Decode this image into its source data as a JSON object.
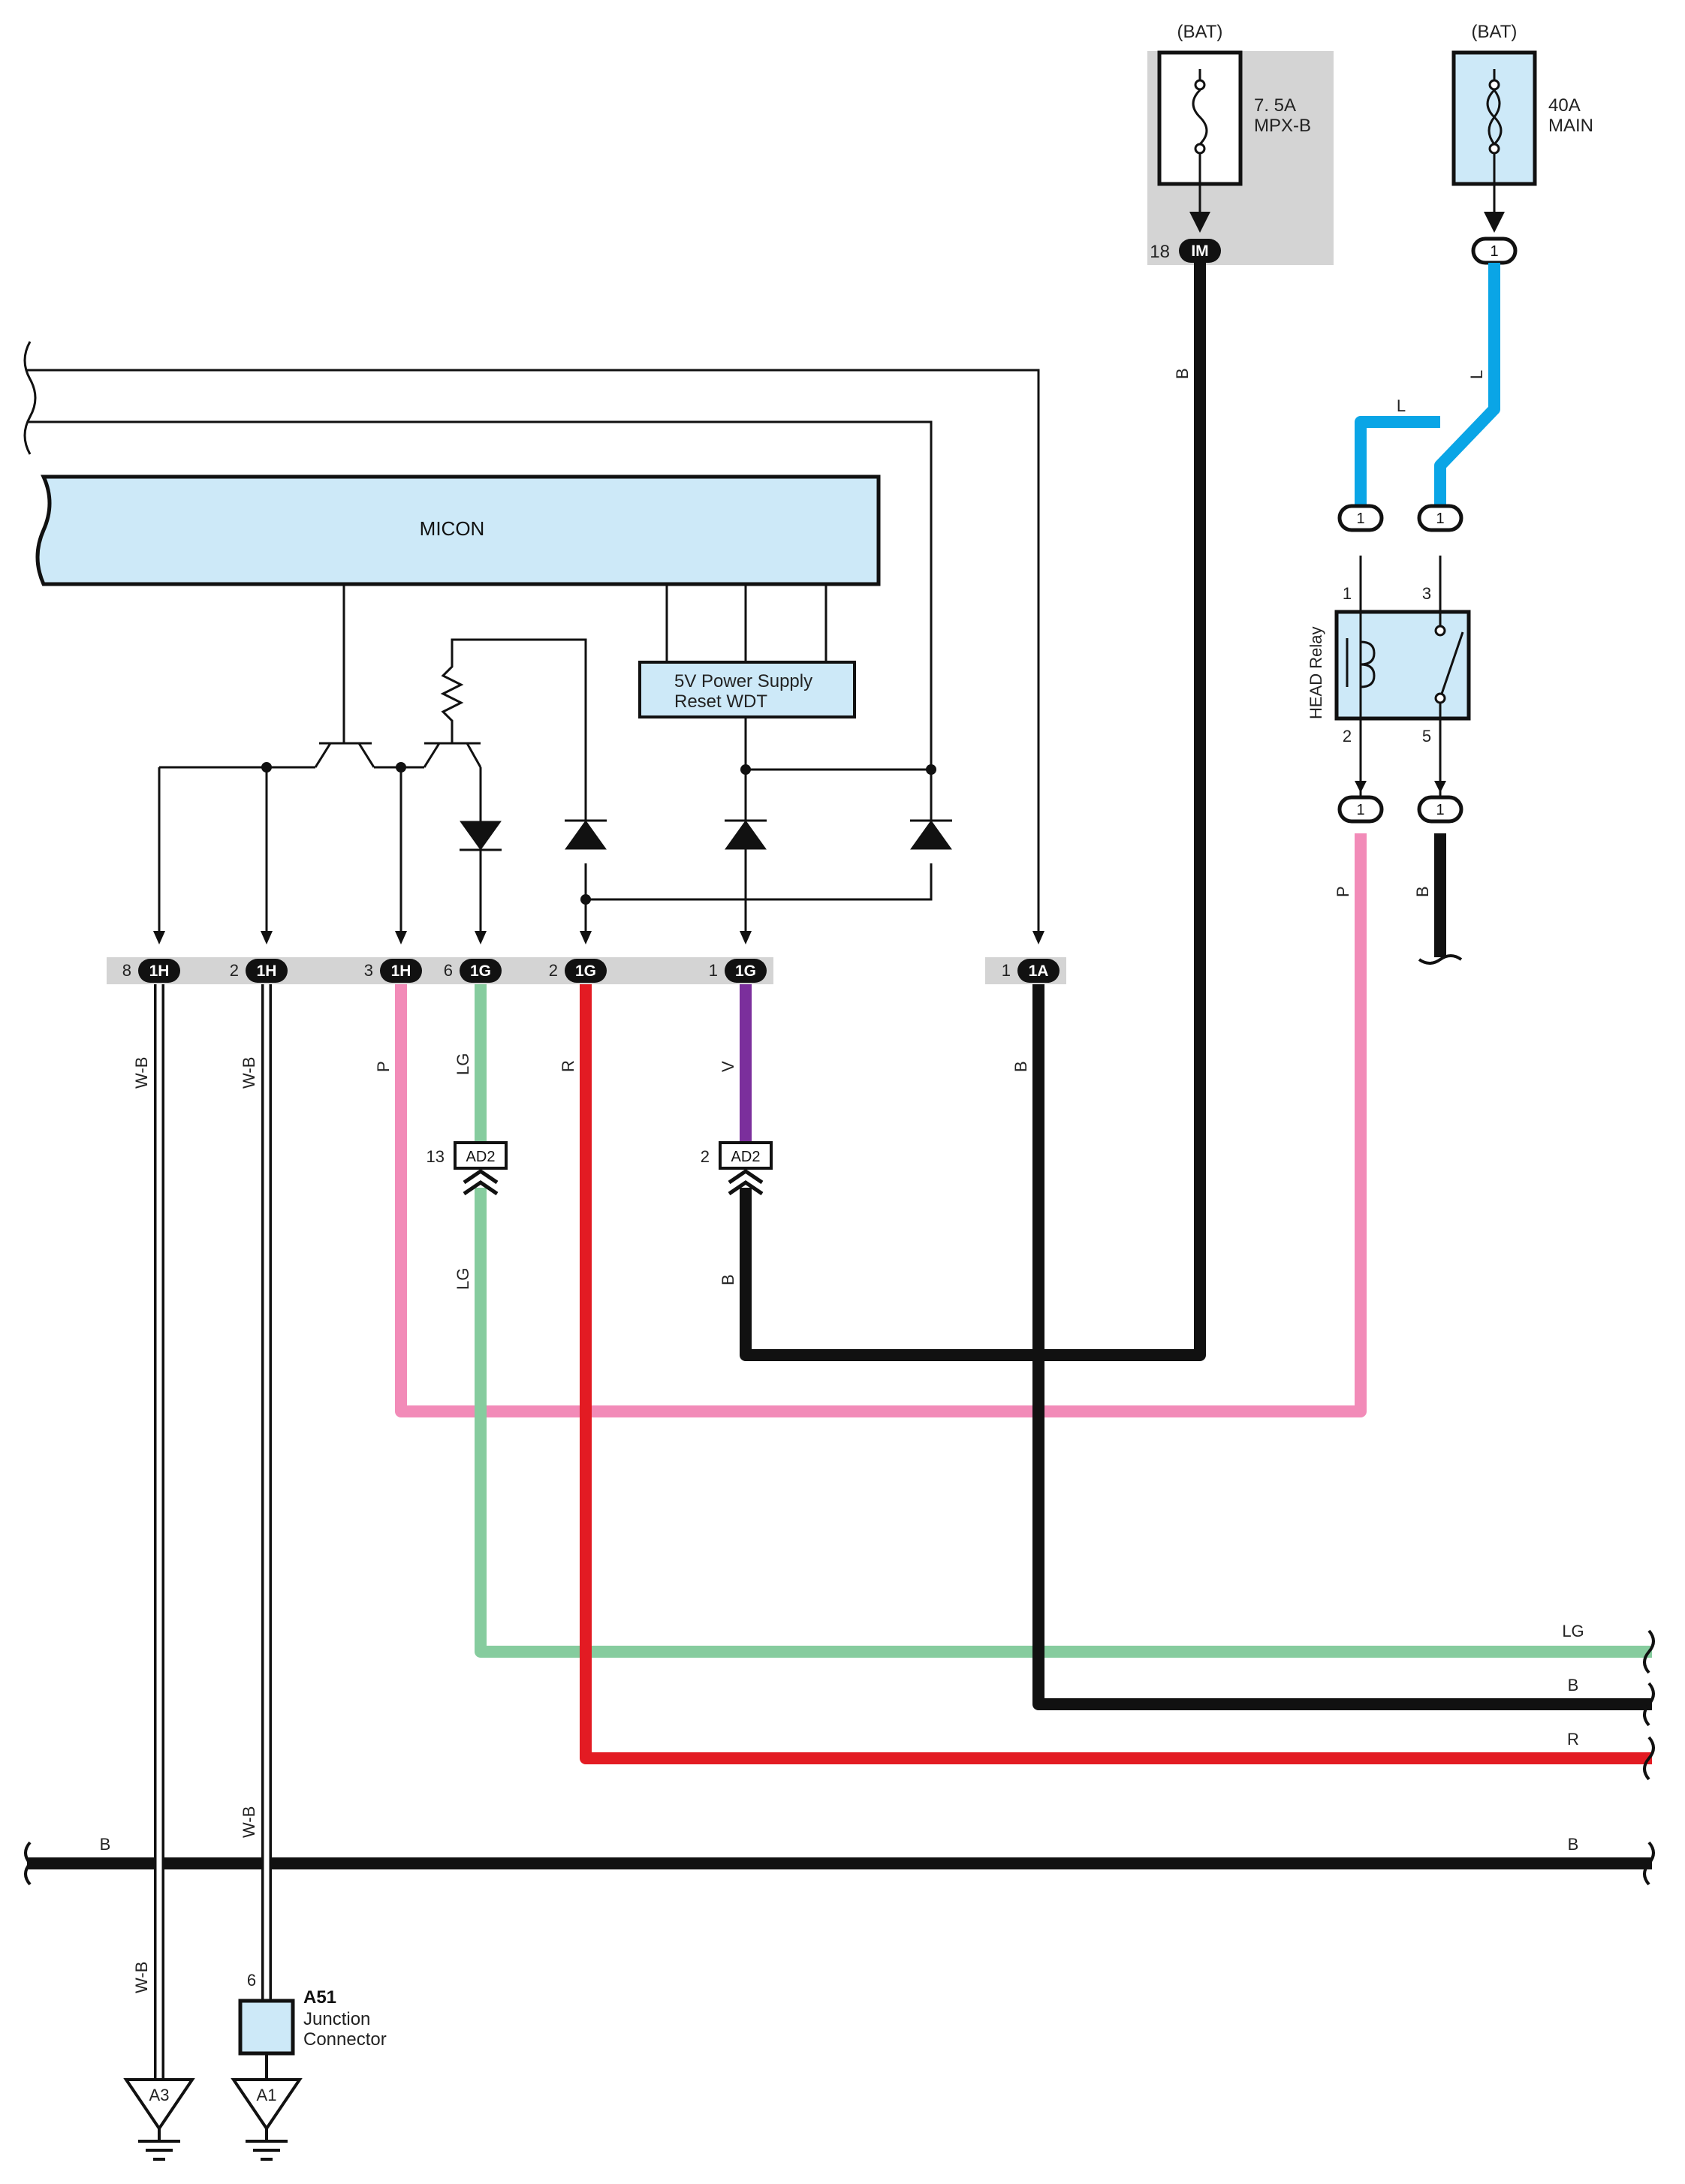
{
  "colors": {
    "black": "#111111",
    "red": "#e31b23",
    "pink": "#f28bb8",
    "light_green": "#86cc9e",
    "violet": "#7b2f9c",
    "blue": "#0aa5e6",
    "component_fill": "#cde9f8",
    "gray_band": "#d4d4d4"
  },
  "micon": {
    "label": "MICON"
  },
  "power_supply": {
    "line1": "5V Power Supply",
    "line2": "Reset WDT"
  },
  "fuse_mpx": {
    "source": "(BAT)",
    "rating": "7. 5A",
    "name": "MPX-B",
    "pin": "18",
    "connector": "IM"
  },
  "fuse_main": {
    "source": "(BAT)",
    "rating": "40A",
    "name": "MAIN",
    "connector": "1"
  },
  "relay": {
    "name": "HEAD Relay",
    "pin1": "1",
    "pin2": "2",
    "pin3": "3",
    "pin5": "5",
    "c1": "1",
    "c2": "1",
    "c3": "1",
    "c4": "1"
  },
  "connectors": [
    {
      "pin": "8",
      "code": "1H"
    },
    {
      "pin": "2",
      "code": "1H"
    },
    {
      "pin": "3",
      "code": "1H"
    },
    {
      "pin": "6",
      "code": "1G"
    },
    {
      "pin": "2",
      "code": "1G"
    },
    {
      "pin": "1",
      "code": "1G"
    },
    {
      "pin": "1",
      "code": "1A"
    }
  ],
  "ad2_left": {
    "pin": "13",
    "code": "AD2"
  },
  "ad2_right": {
    "pin": "2",
    "code": "AD2"
  },
  "wires": {
    "wb1": "W-B",
    "wb2": "W-B",
    "p_left": "P",
    "lg_top": "LG",
    "r_top": "R",
    "v_top": "V",
    "b_1a": "B",
    "lg_mid": "LG",
    "b_mid": "B",
    "b_mpx": "B",
    "l_vert": "L",
    "l_horiz": "L",
    "p_relay": "P",
    "b_relay": "B",
    "lg_right": "LG",
    "b_right": "B",
    "r_right": "R",
    "b_bus_left": "B",
    "b_bus_right": "B",
    "wb_low1": "W-B",
    "wb_low2": "W-B"
  },
  "junction": {
    "pin": "6",
    "code": "A51",
    "line1": "Junction",
    "line2": "Connector"
  },
  "grounds": {
    "g1": "A3",
    "g2": "A1"
  }
}
